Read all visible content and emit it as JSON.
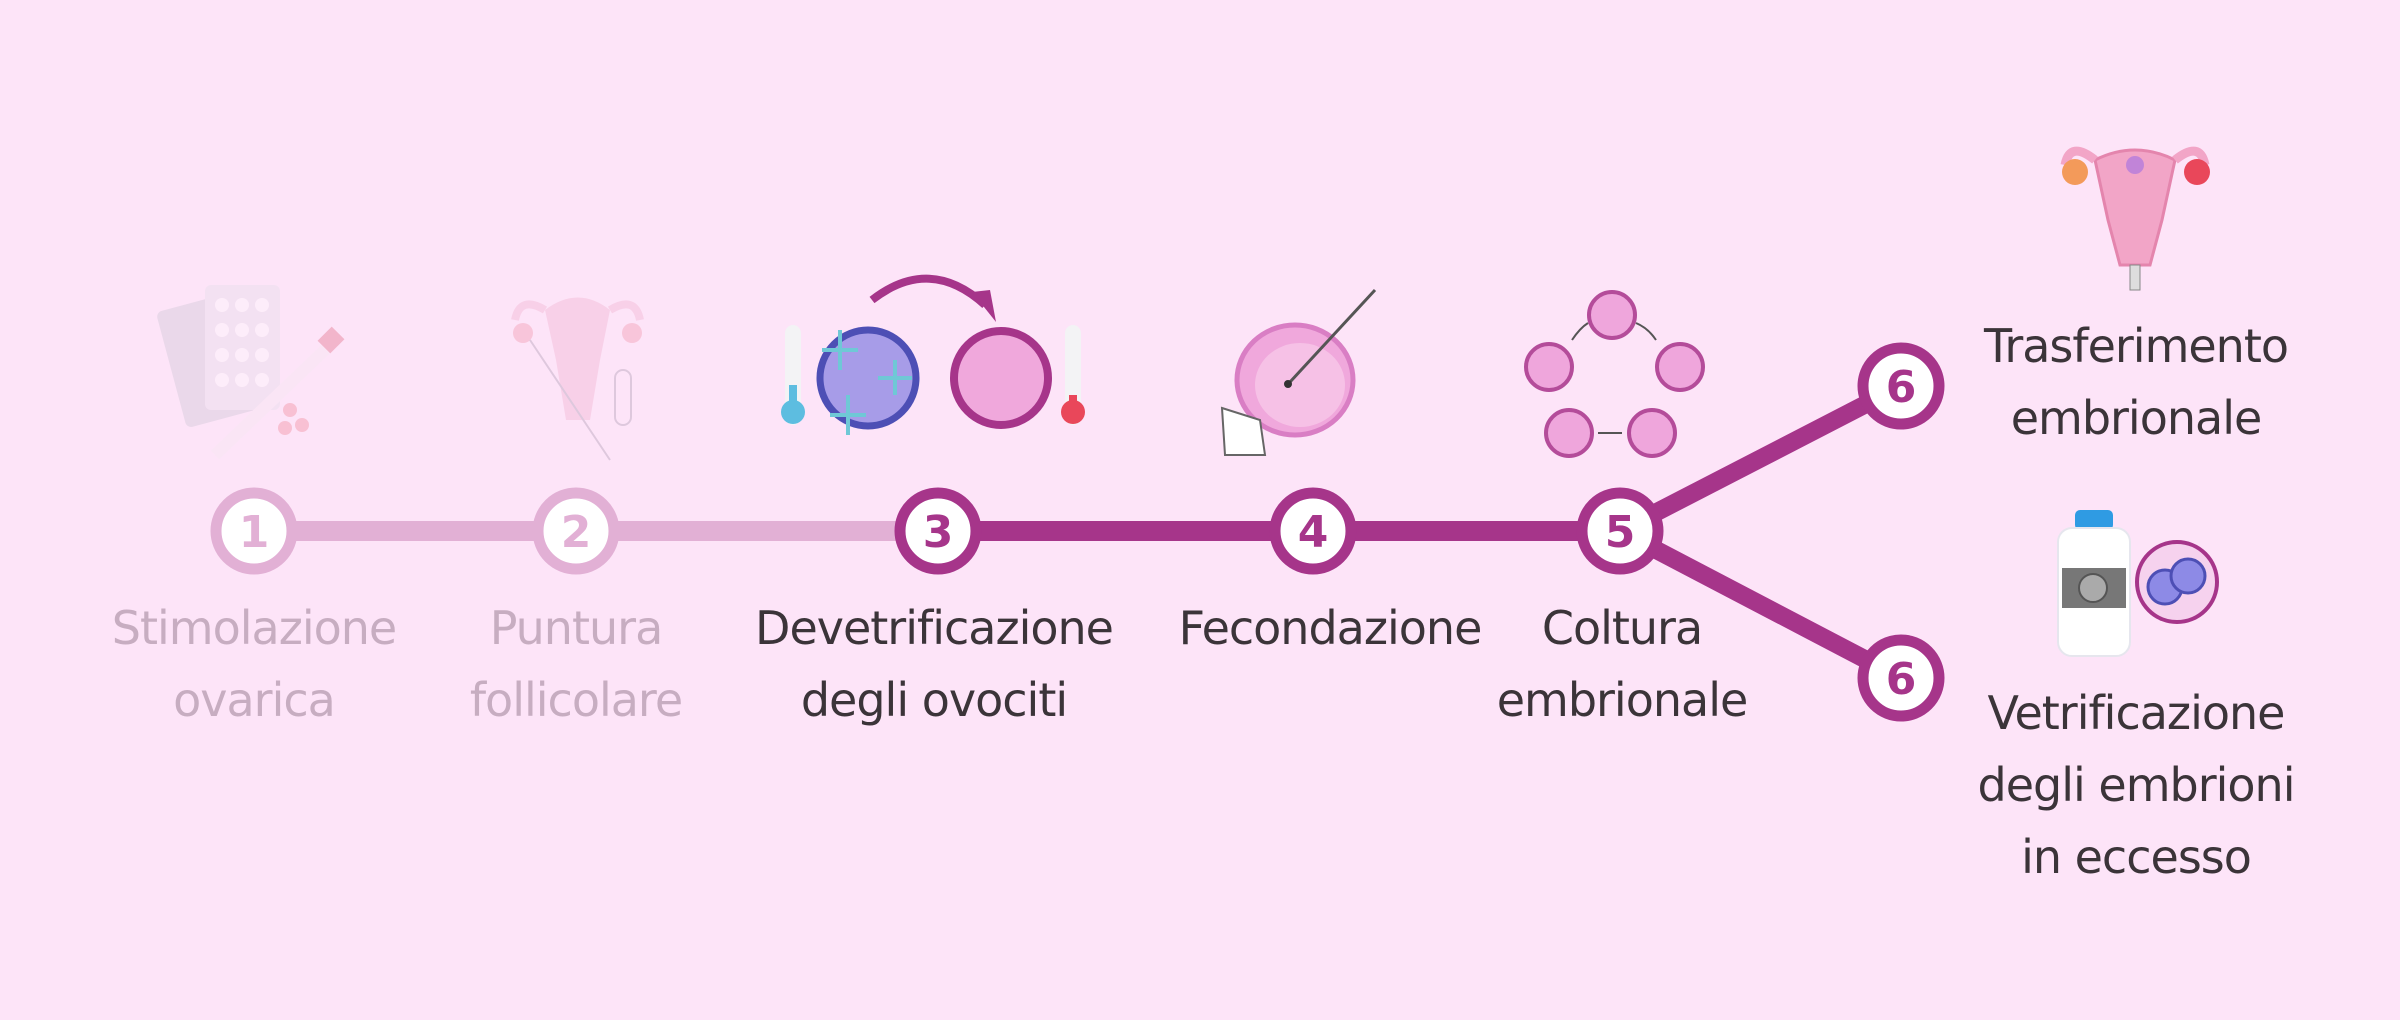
{
  "colors": {
    "background": "#fde4f8",
    "active": "#a6358a",
    "inactive": "#e2b0d5",
    "text_active": "#3b3439",
    "text_inactive": "#c7adc1"
  },
  "steps": [
    {
      "number": "1",
      "label_lines": [
        "Stimolazione",
        "ovarica"
      ],
      "state": "done",
      "icon": "pills-syringe-icon"
    },
    {
      "number": "2",
      "label_lines": [
        "Puntura",
        "follicolare"
      ],
      "state": "done",
      "icon": "uterus-puncture-icon"
    },
    {
      "number": "3",
      "label_lines": [
        "Devetrificazione",
        "degli ovociti"
      ],
      "state": "active",
      "icon": "oocyte-thaw-icon"
    },
    {
      "number": "4",
      "label_lines": [
        "Fecondazione"
      ],
      "state": "active",
      "icon": "icsi-egg-icon"
    },
    {
      "number": "5",
      "label_lines": [
        "Coltura",
        "embrionale"
      ],
      "state": "active",
      "icon": "embryo-culture-icon"
    },
    {
      "number": "6",
      "label_lines": [
        "Trasferimento",
        "embrionale"
      ],
      "state": "active",
      "icon": "embryo-transfer-uterus-icon"
    },
    {
      "number": "6",
      "label_lines": [
        "Vetrificazione",
        "degli embrioni",
        "in eccesso"
      ],
      "state": "active",
      "icon": "cryo-tank-embryo-icon"
    }
  ]
}
